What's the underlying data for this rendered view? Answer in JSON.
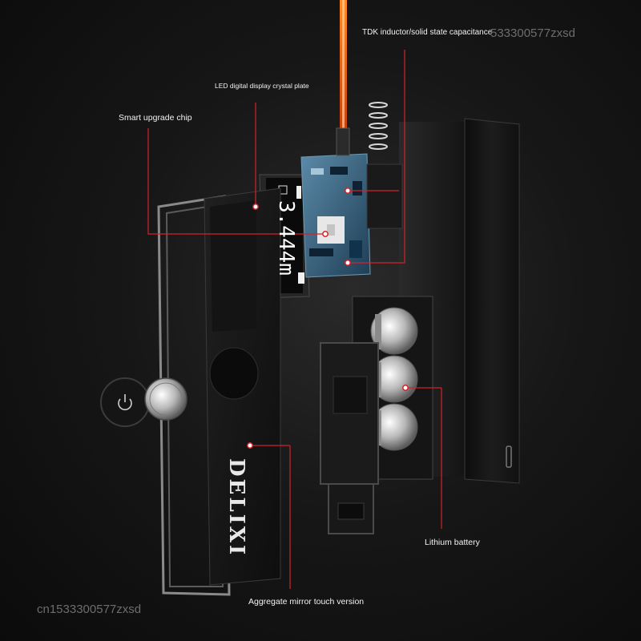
{
  "callouts": {
    "tdk": "TDK inductor/solid state capacitance",
    "led": "LED digital display crystal plate",
    "chip": "Smart upgrade chip",
    "battery": "Lithium battery",
    "mirror": "Aggregate mirror touch version"
  },
  "watermarks": {
    "top": "533300577zxsd",
    "bottom": "cn1533300577zxsd"
  },
  "device": {
    "brand": "DELIXI",
    "display_reading": "3.444m"
  },
  "colors": {
    "background": "#161616",
    "callout_line": "#d2232a",
    "laser": "#ff7a1a"
  }
}
